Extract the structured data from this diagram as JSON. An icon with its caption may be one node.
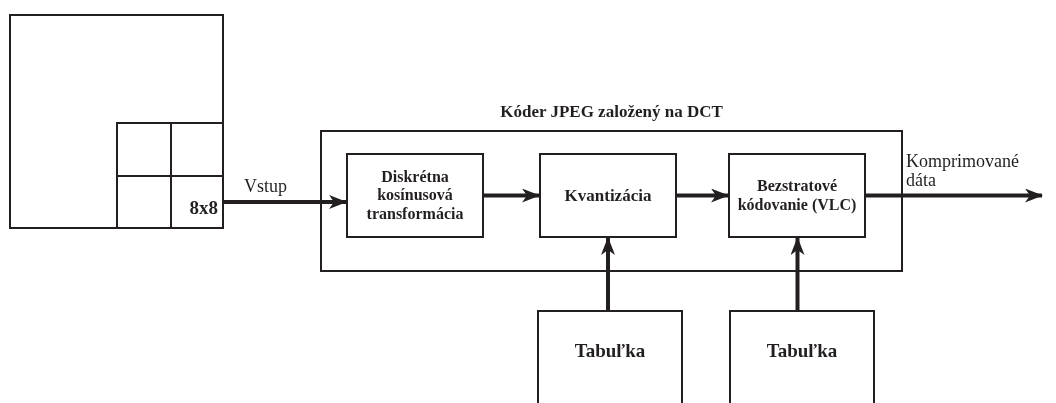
{
  "diagram": {
    "nodes": [
      {
        "text": [],
        "shape": "box"
      },
      {
        "text": [],
        "shape": "box",
        "in": 0
      },
      {
        "text": [],
        "shape": "box",
        "in": 0
      },
      {
        "text": [],
        "shape": "box",
        "in": 0
      },
      {
        "text": [
          "8x8"
        ],
        "in": 0
      },
      {
        "text": [
          "Kóder JPEG založený na DCT"
        ]
      },
      {
        "text": [
          "Diskrétna kosínusová transformácia"
        ],
        "in": 5
      },
      {
        "text": [
          "Kvantizácia"
        ],
        "in": 5
      },
      {
        "text": [
          "Bezstratové kódovanie (VLC)"
        ],
        "in": 5
      },
      {
        "text": [
          "Tabuľka"
        ]
      },
      {
        "text": [
          "Tabuľka"
        ]
      }
    ],
    "edges": [
      {
        "from": 4,
        "to": 6,
        "arrow": "to",
        "label": "Vstup"
      },
      {
        "from": 6,
        "to": 7,
        "arrow": "to"
      },
      {
        "from": 7,
        "to": 8,
        "arrow": "to"
      },
      {
        "from": 9,
        "to": 7,
        "arrow": "to"
      },
      {
        "from": 10,
        "to": 8,
        "arrow": "to"
      },
      {
        "from": 8,
        "to": null,
        "arrow": "to",
        "label": "Komprimované dáta"
      }
    ]
  }
}
